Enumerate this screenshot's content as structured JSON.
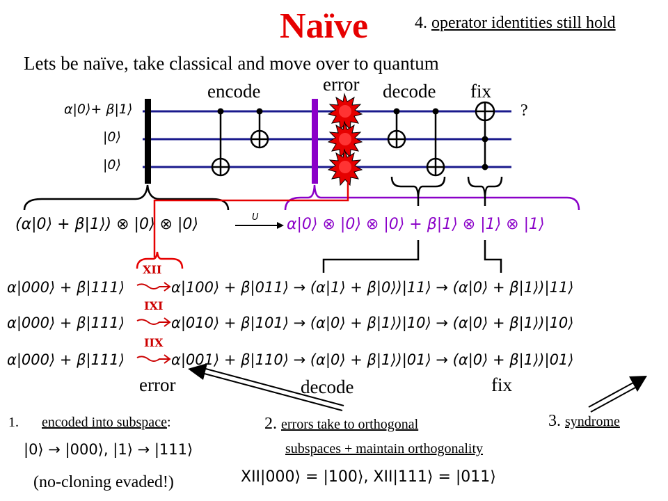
{
  "title": "Naïve",
  "subtitle": "Lets be naïve, take classical and move over to quantum",
  "circuit": {
    "stage_encode": "encode",
    "stage_error": "error",
    "stage_decode": "decode",
    "stage_fix": "fix",
    "input_1": "α|0⟩+ β|1⟩",
    "input_2": "|0⟩",
    "input_3": "|0⟩",
    "output": "?",
    "colors": {
      "wire": "#1a1a8c",
      "barrier": "#8a00c8",
      "error": "#e60000",
      "title": "#e60000"
    }
  },
  "state_eq": {
    "left": "(α|0⟩ + β|1⟩) ⊗ |0⟩ ⊗ |0⟩",
    "unitary": "U",
    "right": "α|0⟩ ⊗ |0⟩ ⊗ |0⟩ + β|1⟩ ⊗ |1⟩ ⊗ |1⟩"
  },
  "error_rows": [
    {
      "label": "XII",
      "initial": "α|000⟩ + β|111⟩",
      "after_error": "α|100⟩ + β|011⟩",
      "after_decode": "→ (α|1⟩ + β|0⟩)|11⟩",
      "after_fix": "→ (α|0⟩ + β|1⟩)|11⟩"
    },
    {
      "label": "IXI",
      "initial": "α|000⟩ + β|111⟩",
      "after_error": "α|010⟩ + β|101⟩",
      "after_decode": "→ (α|0⟩ + β|1⟩)|10⟩",
      "after_fix": "→ (α|0⟩ + β|1⟩)|10⟩"
    },
    {
      "label": "IIX",
      "initial": "α|000⟩ + β|111⟩",
      "after_error": "α|001⟩ + β|110⟩",
      "after_decode": "→ (α|0⟩ + β|1⟩)|01⟩",
      "after_fix": "→ (α|0⟩ + β|1⟩)|01⟩"
    }
  ],
  "bottom_labels": {
    "error": "error",
    "decode": "decode",
    "fix": "fix"
  },
  "notes": {
    "n1_num": "1.",
    "n1_text": "encoded into subspace",
    "n1_colon": ":",
    "n1_math": "|0⟩ → |000⟩, |1⟩ → |111⟩",
    "n1_extra": "(no-cloning evaded!)",
    "n2_num": "2.",
    "n2_line1": "errors take to orthogonal",
    "n2_line2": "subspaces + maintain orthogonality",
    "n2_math": "XII|000⟩ = |100⟩, XII|111⟩ = |011⟩",
    "n3_num": "3.",
    "n3_text": "syndrome",
    "n4_num": "4.",
    "n4_text": "operator identities still hold"
  }
}
